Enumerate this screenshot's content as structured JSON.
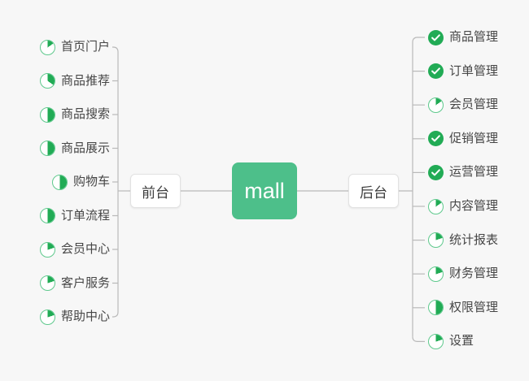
{
  "diagram": {
    "title": "mall",
    "background_color": "#f7f7f7",
    "accent_green": "#4dbf8a",
    "icon_green": "#21ab55",
    "pie_ring_color": "#5fc98d",
    "text_color": "#464646",
    "connector_color": "#b9b9b9",
    "root": {
      "label": "mall"
    },
    "branches": [
      {
        "label": "前台",
        "side": "left"
      },
      {
        "label": "后台",
        "side": "right"
      }
    ],
    "left_items": [
      {
        "label": "首页门户",
        "icon": "pie-progress-icon",
        "progress": 15
      },
      {
        "label": "商品推荐",
        "icon": "pie-progress-icon",
        "progress": 35
      },
      {
        "label": "商品搜索",
        "icon": "pie-progress-icon",
        "progress": 50
      },
      {
        "label": "商品展示",
        "icon": "pie-progress-icon",
        "progress": 50
      },
      {
        "label": "购物车",
        "icon": "pie-progress-icon",
        "progress": 50
      },
      {
        "label": "订单流程",
        "icon": "pie-progress-icon",
        "progress": 50
      },
      {
        "label": "会员中心",
        "icon": "pie-progress-icon",
        "progress": 20
      },
      {
        "label": "客户服务",
        "icon": "pie-progress-icon",
        "progress": 20
      },
      {
        "label": "帮助中心",
        "icon": "pie-progress-icon",
        "progress": 20
      }
    ],
    "right_items": [
      {
        "label": "商品管理",
        "icon": "check-circle-icon",
        "progress": 100
      },
      {
        "label": "订单管理",
        "icon": "check-circle-icon",
        "progress": 100
      },
      {
        "label": "会员管理",
        "icon": "pie-progress-icon",
        "progress": 15
      },
      {
        "label": "促销管理",
        "icon": "check-circle-icon",
        "progress": 100
      },
      {
        "label": "运营管理",
        "icon": "check-circle-icon",
        "progress": 100
      },
      {
        "label": "内容管理",
        "icon": "pie-progress-icon",
        "progress": 15
      },
      {
        "label": "统计报表",
        "icon": "pie-progress-icon",
        "progress": 20
      },
      {
        "label": "财务管理",
        "icon": "pie-progress-icon",
        "progress": 20
      },
      {
        "label": "权限管理",
        "icon": "pie-progress-icon",
        "progress": 50
      },
      {
        "label": "设置",
        "icon": "pie-progress-icon",
        "progress": 20
      }
    ]
  }
}
